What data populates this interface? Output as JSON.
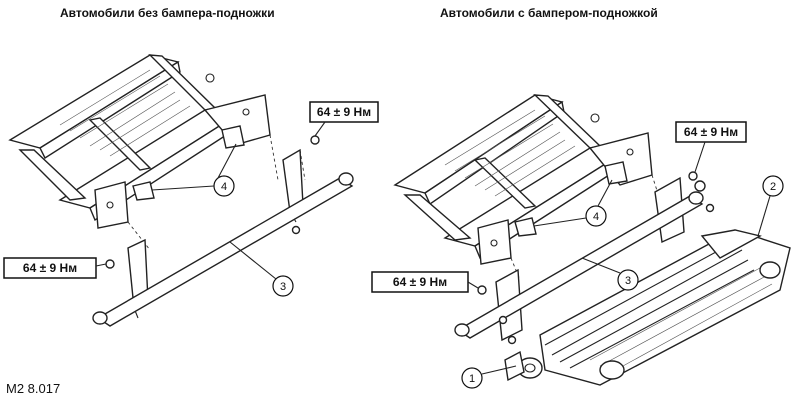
{
  "headings": {
    "left": "Автомобили без бампера-подножки",
    "right": "Автомобили с бампером-подножкой"
  },
  "torque_label": "64 ± 9 Нм",
  "callouts": {
    "c1": "1",
    "c2": "2",
    "c3": "3",
    "c4": "4"
  },
  "figure_code": "M2 8.017"
}
